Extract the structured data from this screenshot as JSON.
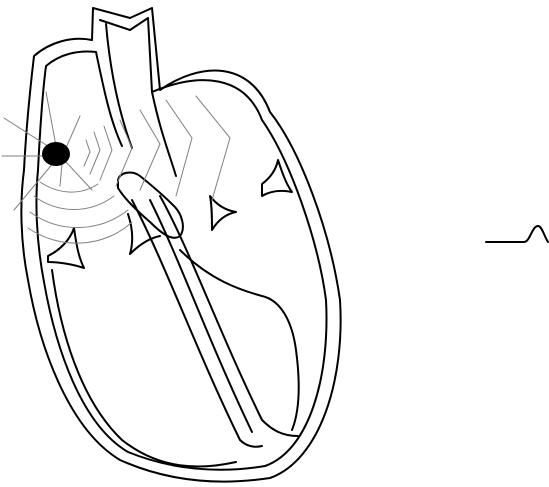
{
  "diagram": {
    "subject": "heart-conduction-sa-node",
    "colors": {
      "background": "#ffffff",
      "outline": "#000000",
      "wave": "#808080",
      "node": "#000000"
    },
    "wavefront_count": 7,
    "ecg_phase": "p-wave"
  }
}
